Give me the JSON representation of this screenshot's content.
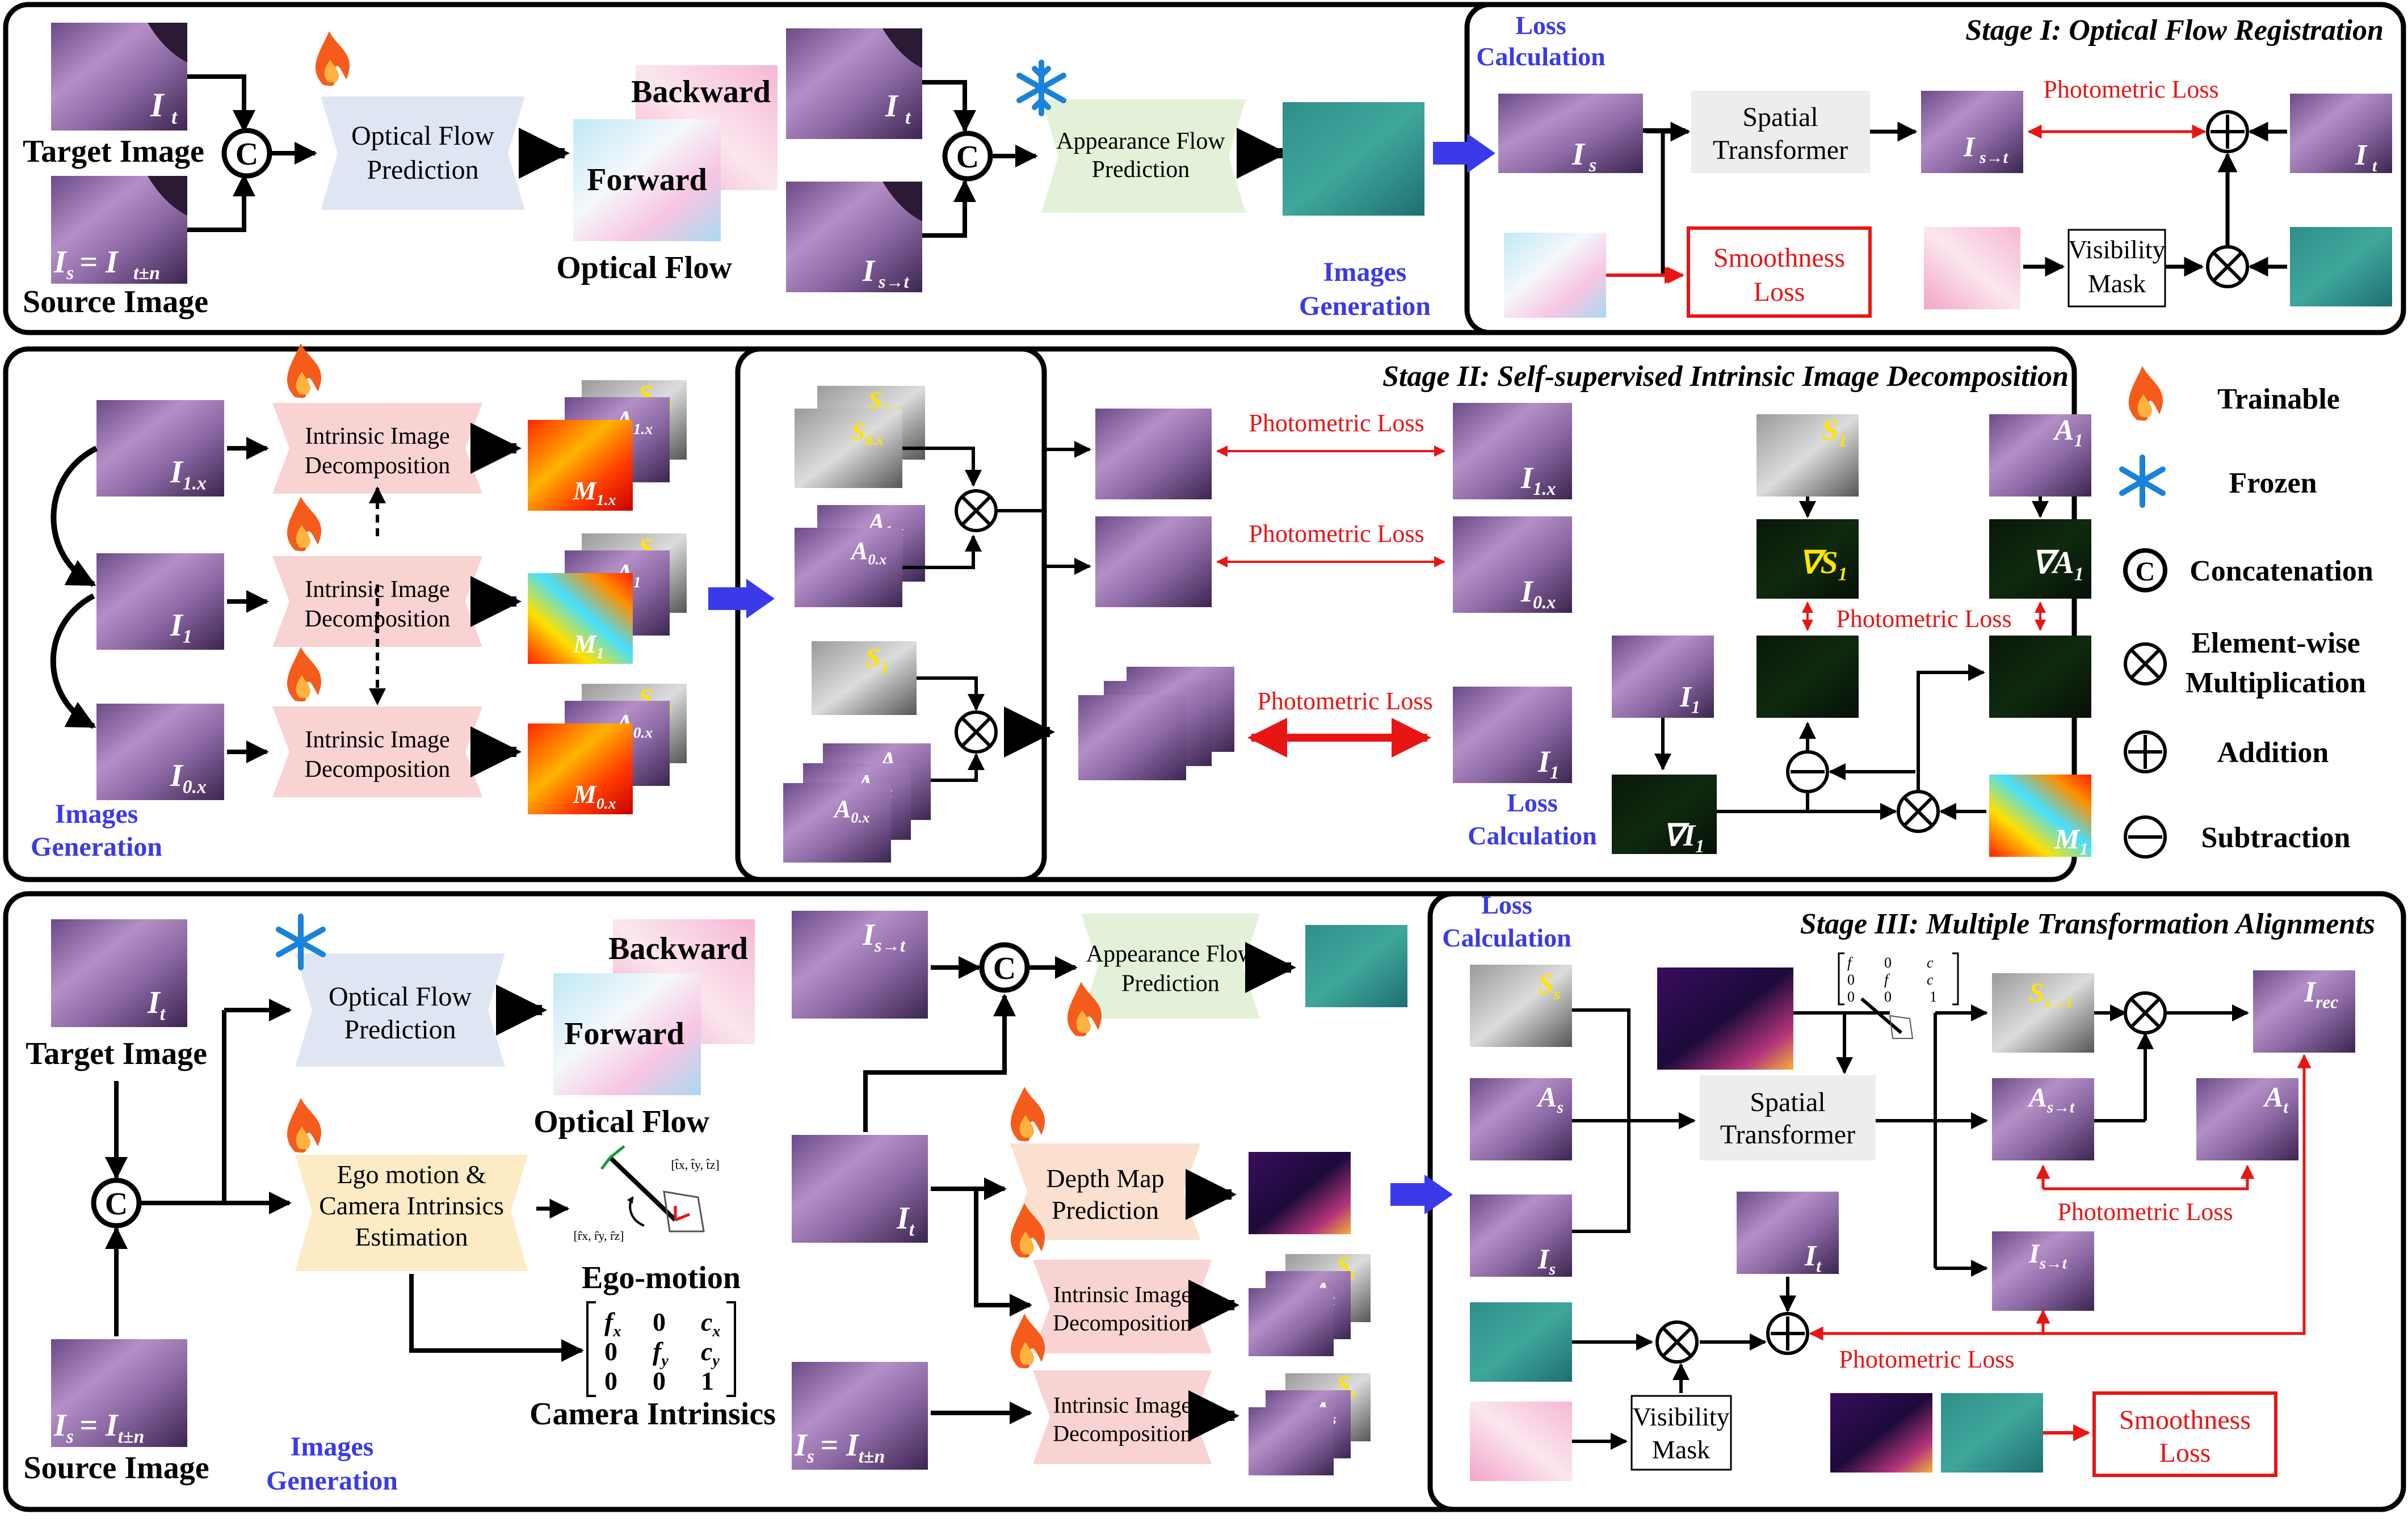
{
  "colors": {
    "blue_label": "#3a3ae8",
    "photometric": "#e81515",
    "yellow_label": "#ffe400",
    "flow_box": "#dfe6f3",
    "appearance_box": "#e3f1d8",
    "intrinsic_box": "#f8d3d2",
    "depth_box": "#fbe0cf",
    "ego_box": "#fcebc5",
    "spatial_box": "#ededed"
  },
  "icons": {
    "trainable": "flame-icon",
    "frozen": "snowflake-icon"
  },
  "legend": {
    "trainable": "Trainable",
    "frozen": "Frozen",
    "concatenation": "Concatenation",
    "elementwise_1": "Element-wise",
    "elementwise_2": "Multiplication",
    "addition": "Addition",
    "subtraction": "Subtraction",
    "concat_symbol": "C"
  },
  "stage1": {
    "title": "Stage I: Optical Flow Registration",
    "target_image": "Target Image",
    "source_image": "Source Image",
    "optical_flow_pred_1": "Optical Flow",
    "optical_flow_pred_2": "Prediction",
    "backward": "Backward",
    "forward": "Forward",
    "optical_flow": "Optical Flow",
    "appearance_flow_1": "Appearance Flow",
    "appearance_flow_2": "Prediction",
    "images_generation_1": "Images",
    "images_generation_2": "Generation",
    "loss_calc_1": "Loss",
    "loss_calc_2": "Calculation",
    "spatial_1": "Spatial",
    "spatial_2": "Transformer",
    "photometric": "Photometric Loss",
    "smoothness_1": "Smoothness",
    "smoothness_2": "Loss",
    "visibility_1": "Visibility",
    "visibility_2": "Mask",
    "lbl_it": "I",
    "lbl_it_sub": "t",
    "lbl_is": "I",
    "lbl_is_sub": "s",
    "lbl_is_eq": "I",
    "lbl_is_eq_sub": "s",
    "lbl_eq_rhs": "= I",
    "lbl_eq_rhs_sub": "t±n",
    "lbl_ist": "I",
    "lbl_ist_sub": "s→t"
  },
  "stage2": {
    "title": "Stage II:  Self-supervised Intrinsic Image Decomposition",
    "intrinsic_1": "Intrinsic Image",
    "intrinsic_2": "Decomposition",
    "images_generation_1": "Images",
    "images_generation_2": "Generation",
    "loss_calc_1": "Loss",
    "loss_calc_2": "Calculation",
    "photometric": "Photometric Loss",
    "lbl_I": "I",
    "lbl_S": "S",
    "lbl_A": "A",
    "lbl_M": "M",
    "sub_1x": "1.x",
    "sub_0x": "0.x",
    "sub_1": "1",
    "grad": "∇"
  },
  "stage3": {
    "title": "Stage III:  Multiple Transformation Alignments",
    "target_image": "Target Image",
    "source_image": "Source Image",
    "optical_flow_pred_1": "Optical Flow",
    "optical_flow_pred_2": "Prediction",
    "backward": "Backward",
    "forward": "Forward",
    "optical_flow": "Optical Flow",
    "ego_1": "Ego motion &",
    "ego_2": "Camera Intrinsics",
    "ego_3": "Estimation",
    "ego_motion": "Ego-motion",
    "camera_intrinsics": "Camera Intrinsics",
    "images_generation_1": "Images",
    "images_generation_2": "Generation",
    "appearance_flow_1": "Appearance Flow",
    "appearance_flow_2": "Prediction",
    "depth_1": "Depth Map",
    "depth_2": "Prediction",
    "intrinsic_1": "Intrinsic Image",
    "intrinsic_2": "Decomposition",
    "loss_calc_1": "Loss",
    "loss_calc_2": "Calculation",
    "spatial_1": "Spatial",
    "spatial_2": "Transformer",
    "photometric": "Photometric Loss",
    "smoothness_1": "Smoothness",
    "smoothness_2": "Loss",
    "visibility_1": "Visibility",
    "visibility_2": "Mask",
    "matrix": [
      [
        "f",
        "x",
        "0",
        "",
        "c",
        "x"
      ],
      [
        "0",
        "",
        "f",
        "y",
        "c",
        "y"
      ],
      [
        "0",
        "",
        "0",
        "",
        "1",
        ""
      ]
    ],
    "rot_label": "[t̂x, t̂y, t̂z]",
    "trans_label": "[r̂x, r̂y, r̂z]",
    "sub_s": "s",
    "sub_t": "t",
    "sub_st": "s→t",
    "sub_rec": "rec"
  }
}
